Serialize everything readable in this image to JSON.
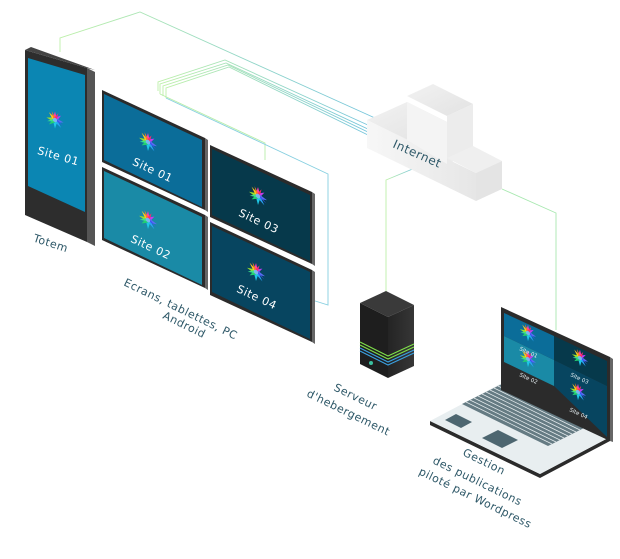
{
  "diagram": {
    "title": "Architecture d'affichage dynamique",
    "nodes": {
      "totem": {
        "label": "Totem",
        "screen_label": "Site 01",
        "screen_color": "#0b86b3"
      },
      "screens_group": {
        "label_line1": "Ecrans, tablettes, PC",
        "label_line2": "Android",
        "screens": [
          {
            "label": "Site 01",
            "color": "#0b6d99"
          },
          {
            "label": "Site 02",
            "color": "#1a8aa6"
          },
          {
            "label": "Site 03",
            "color": "#06394b"
          },
          {
            "label": "Site 04",
            "color": "#074560"
          }
        ]
      },
      "internet": {
        "label": "Internet"
      },
      "server": {
        "label_line1": "Serveur",
        "label_line2": "d'hebergement",
        "stripe_colors": [
          "#7ee04a",
          "#3aa0e0"
        ]
      },
      "laptop": {
        "label_line1": "Gestion",
        "label_line2": "des publications",
        "label_line3": "piloté par Wordpress",
        "tiles": [
          {
            "label": "Site 01",
            "color": "#0b6d99"
          },
          {
            "label": "Site 02",
            "color": "#1a8aa6"
          },
          {
            "label": "Site 03",
            "color": "#06394b"
          },
          {
            "label": "Site 04",
            "color": "#074560"
          }
        ]
      }
    },
    "colors": {
      "line_green": "#b8eea8",
      "line_blue": "#7cc8dc",
      "label_text": "#2e5868",
      "bezel": "#2b2b2b"
    }
  }
}
